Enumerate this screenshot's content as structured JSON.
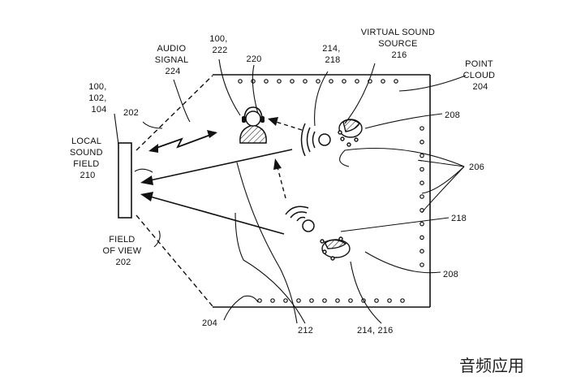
{
  "labels": {
    "id_100_102_104": [
      "100,",
      "102,",
      "104"
    ],
    "ref_202_top": "202",
    "audio_signal": [
      "AUDIO",
      "SIGNAL",
      "224"
    ],
    "id_100_222": [
      "100,",
      "222"
    ],
    "ref_220": "220",
    "id_214_218_top": [
      "214,",
      "218"
    ],
    "virtual_sound_source": [
      "VIRTUAL SOUND",
      "SOURCE",
      "216"
    ],
    "point_cloud": [
      "POINT",
      "CLOUD",
      "204"
    ],
    "local_sound_field": [
      "LOCAL",
      "SOUND",
      "FIELD",
      "210"
    ],
    "ref_208_top": "208",
    "ref_206": "206",
    "ref_218": "218",
    "ref_208_bottom": "208",
    "field_of_view": [
      "FIELD",
      "OF VIEW",
      "202"
    ],
    "ref_204_bottom": "204",
    "ref_212": "212",
    "id_214_216": "214, 216"
  },
  "watermark": "音频应用"
}
